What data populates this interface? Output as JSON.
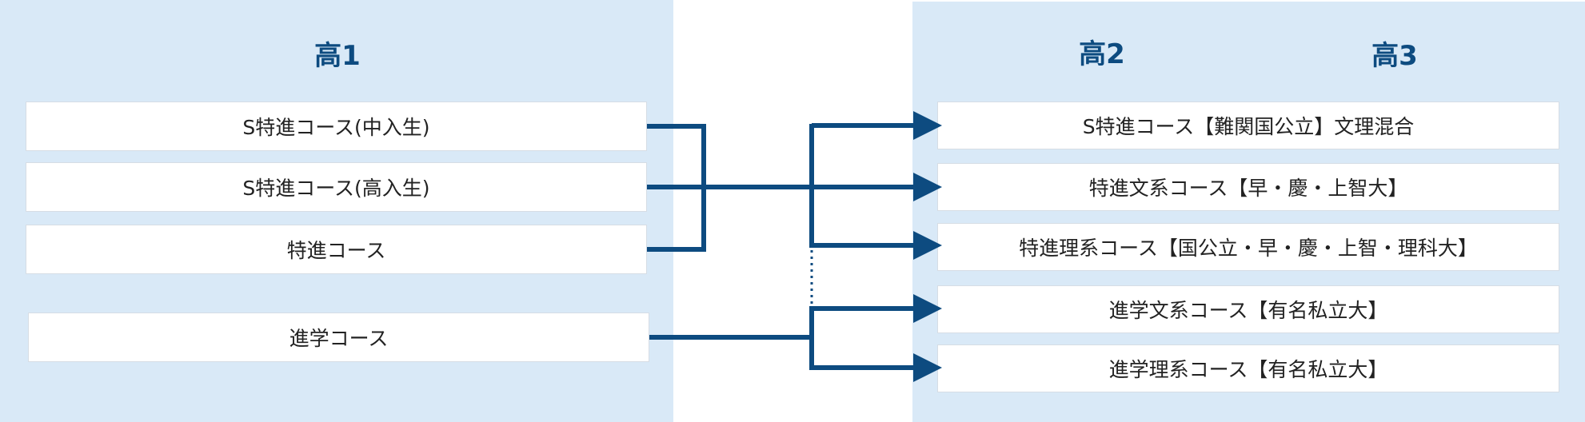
{
  "left_panel": {
    "heading": "高1",
    "courses": [
      "S特進コース(中入生)",
      "S特進コース(高入生)",
      "特進コース",
      "進学コース"
    ]
  },
  "right_panel": {
    "heading_2": "高2",
    "heading_3": "高3",
    "courses": [
      "S特進コース【難関国公立】文理混合",
      "特進文系コース【早・慶・上智大】",
      "特進理系コース【国公立・早・慶・上智・理科大】",
      "進学文系コース【有名私立大】",
      "進学理系コース【有名私立大】"
    ]
  },
  "colors": {
    "panel_bg": "#d9e9f7",
    "accent": "#0d4b80",
    "box_border": "#d6dde5"
  }
}
